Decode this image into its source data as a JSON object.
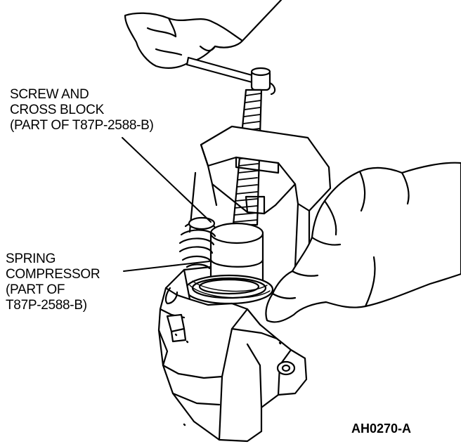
{
  "callouts": {
    "screw_cross_block": [
      "SCREW AND",
      "CROSS BLOCK",
      "(PART OF T87P-2588-B)"
    ],
    "spring_compressor": [
      "SPRING",
      "COMPRESSOR",
      "(PART OF",
      "T87P-2588-B)"
    ]
  },
  "figure_id": "AH0270-A"
}
